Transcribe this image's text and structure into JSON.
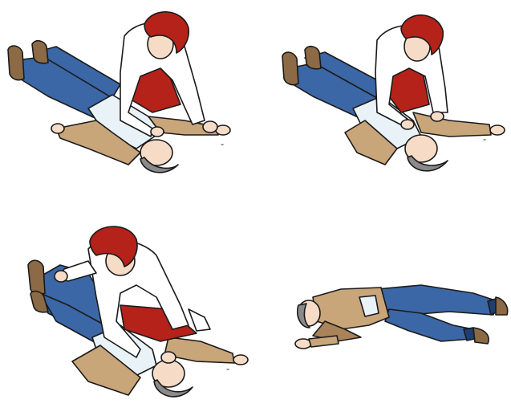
{
  "figure": {
    "steps": [
      {
        "id": "step-1",
        "marker": "="
      },
      {
        "id": "step-2",
        "marker": "="
      },
      {
        "id": "step-3",
        "marker": "="
      },
      {
        "id": "step-4",
        "marker": ""
      }
    ]
  },
  "colors": {
    "jeans": "#3b67a6",
    "jeans_dark": "#1f3f73",
    "jacket": "#c9a57a",
    "jacket_shade": "#a9835a",
    "shirt": "#e8f2f7",
    "skin": "#f6dcc7",
    "hair_grey": "#8a8a8a",
    "rescuer_hair": "#b5221a",
    "rescuer_coat": "#ffffff",
    "rescuer_skirt": "#b5221a",
    "shoe": "#8b6a45"
  }
}
